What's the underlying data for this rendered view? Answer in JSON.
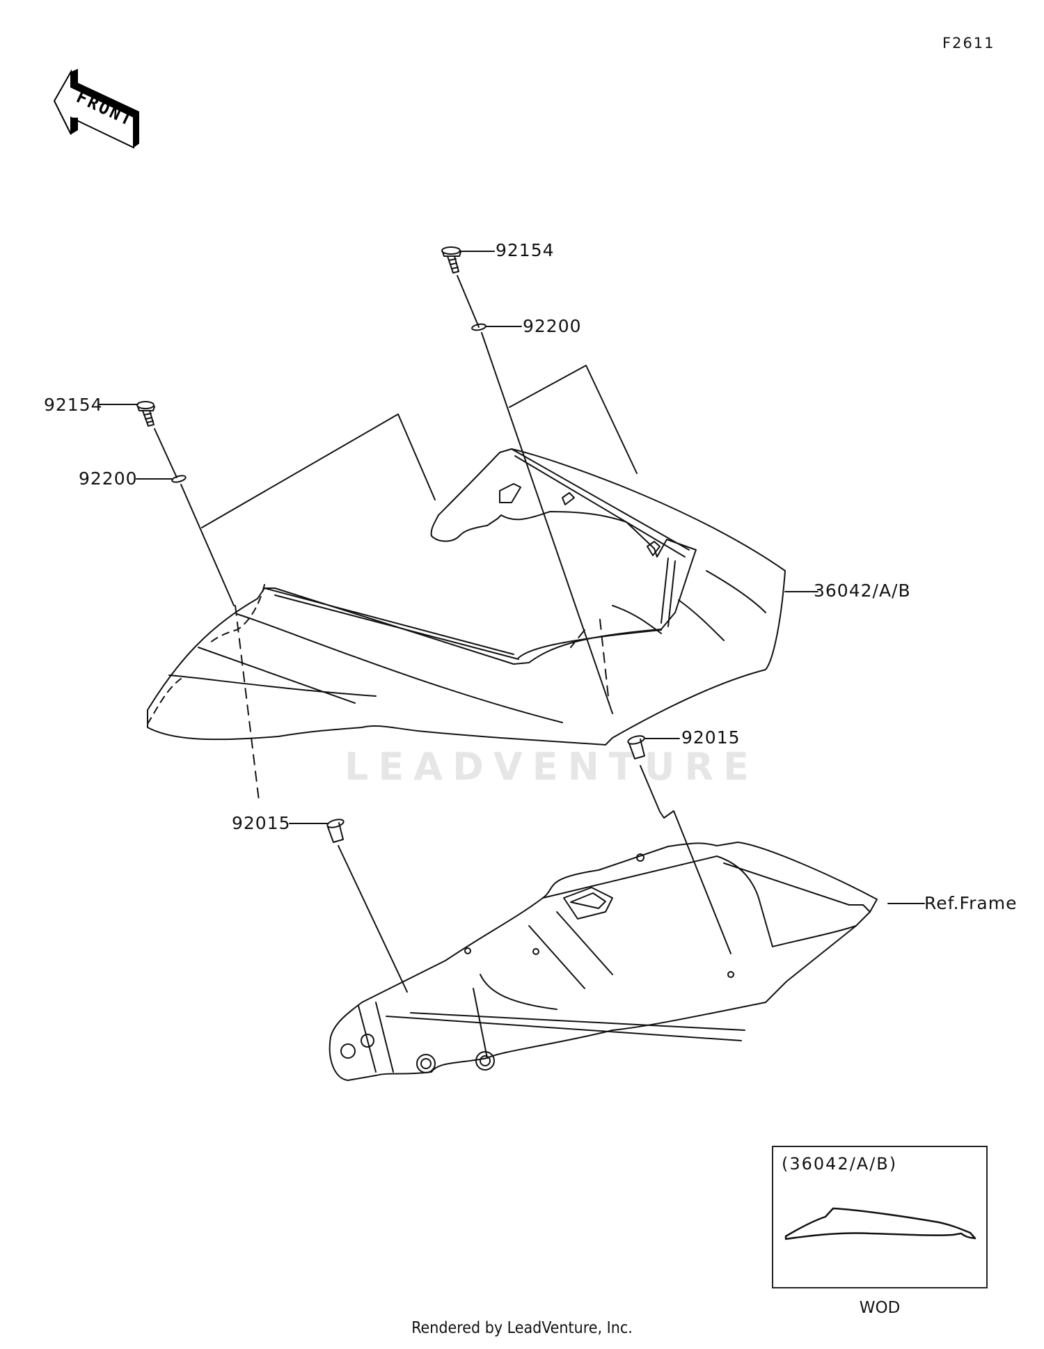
{
  "figure": {
    "code": "F2611",
    "front_arrow_label": "FRONT"
  },
  "callouts": [
    {
      "part_number": "92154",
      "position": "upper-right bolt"
    },
    {
      "part_number": "92200",
      "position": "upper-right washer"
    },
    {
      "part_number": "92154",
      "position": "left bolt"
    },
    {
      "part_number": "92200",
      "position": "left washer"
    },
    {
      "part_number": "36042/A/B",
      "position": "seat cover"
    },
    {
      "part_number": "92015",
      "position": "right collar"
    },
    {
      "part_number": "92015",
      "position": "left collar"
    },
    {
      "part_number": "Ref.Frame",
      "position": "frame"
    }
  ],
  "inset": {
    "title": "(36042/A/B)",
    "caption": "WOD"
  },
  "watermark": "LEADVENTURE",
  "footer": "Rendered by LeadVenture, Inc.",
  "colors": {
    "line": "#111111",
    "watermark": "#e6e6e6",
    "background": "#ffffff"
  }
}
